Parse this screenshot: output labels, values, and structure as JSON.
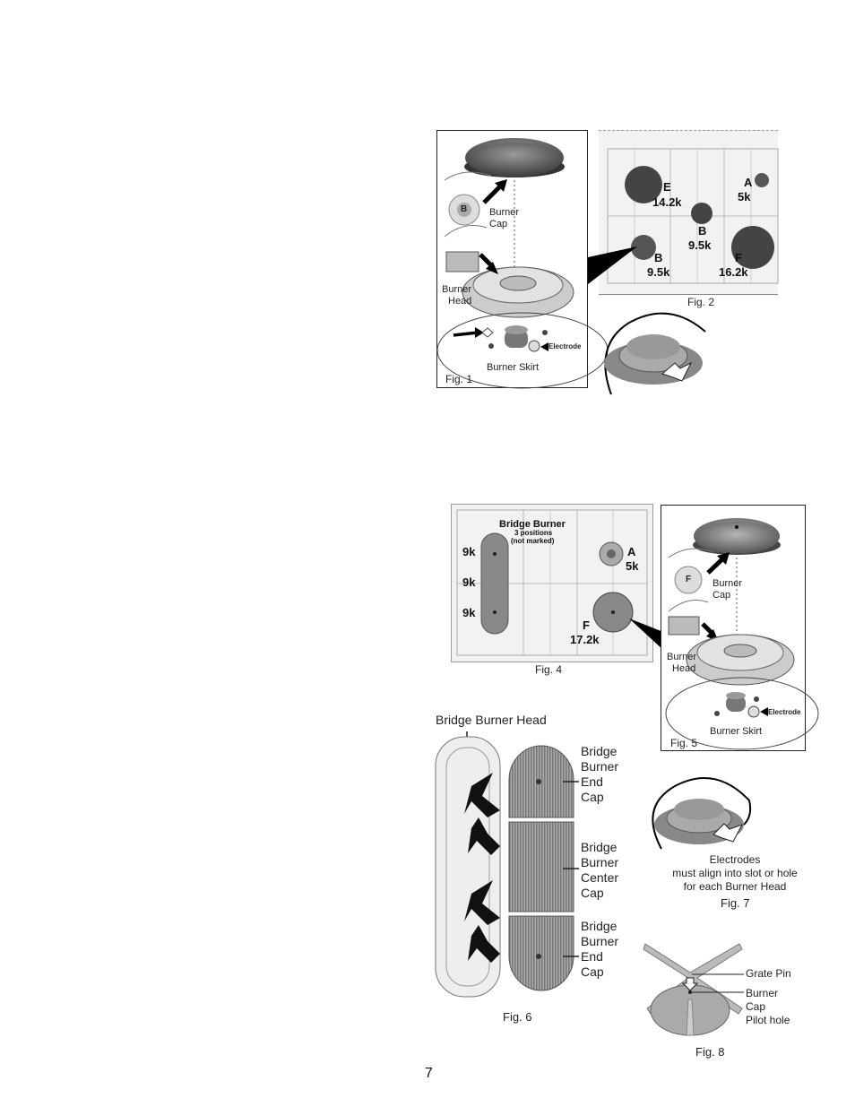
{
  "fig1": {
    "caption": "Fig. 1",
    "burner_cap": [
      "Burner",
      "Cap"
    ],
    "burner_head": [
      "Burner",
      "Head"
    ],
    "burner_skirt": "Burner Skirt",
    "electrode": "Electrode",
    "badge_letter": "B"
  },
  "fig2": {
    "caption": "Fig. 2",
    "burners": [
      {
        "letter": "E",
        "rating": "14.2k"
      },
      {
        "letter": "A",
        "rating": "5k"
      },
      {
        "letter": "B",
        "rating": "9.5k"
      },
      {
        "letter": "B",
        "rating": "9.5k"
      },
      {
        "letter": "F",
        "rating": "16.2k"
      }
    ]
  },
  "fig4": {
    "caption": "Fig. 4",
    "bridge_title": "Bridge Burner",
    "bridge_sub1": "3 positions",
    "bridge_sub2": "(not marked)",
    "bridge_ratings": [
      "9k",
      "9k",
      "9k"
    ],
    "burner_a": {
      "letter": "A",
      "rating": "5k"
    },
    "burner_f": {
      "letter": "F",
      "rating": "17.2k"
    }
  },
  "fig5": {
    "caption": "Fig. 5",
    "burner_cap": [
      "Burner",
      "Cap"
    ],
    "burner_head": [
      "Burner",
      "Head"
    ],
    "burner_skirt": "Burner Skirt",
    "electrode": "Electrode",
    "badge_letter": "F"
  },
  "fig6": {
    "caption": "Fig. 6",
    "head_label": "Bridge Burner Head",
    "end_cap_top": [
      "Bridge",
      "Burner",
      "End",
      "Cap"
    ],
    "center_cap": [
      "Bridge",
      "Burner",
      "Center",
      "Cap"
    ],
    "end_cap_bottom": [
      "Bridge",
      "Burner",
      "End",
      "Cap"
    ]
  },
  "fig7": {
    "caption": "Fig. 7",
    "text_lines": [
      "Electrodes",
      "must align into slot or hole",
      "for each Burner Head"
    ]
  },
  "fig8": {
    "caption": "Fig. 8",
    "grate_pin": "Grate Pin",
    "burner_cap": [
      "Burner",
      "Cap",
      "Pilot hole"
    ]
  },
  "page_number": "7"
}
